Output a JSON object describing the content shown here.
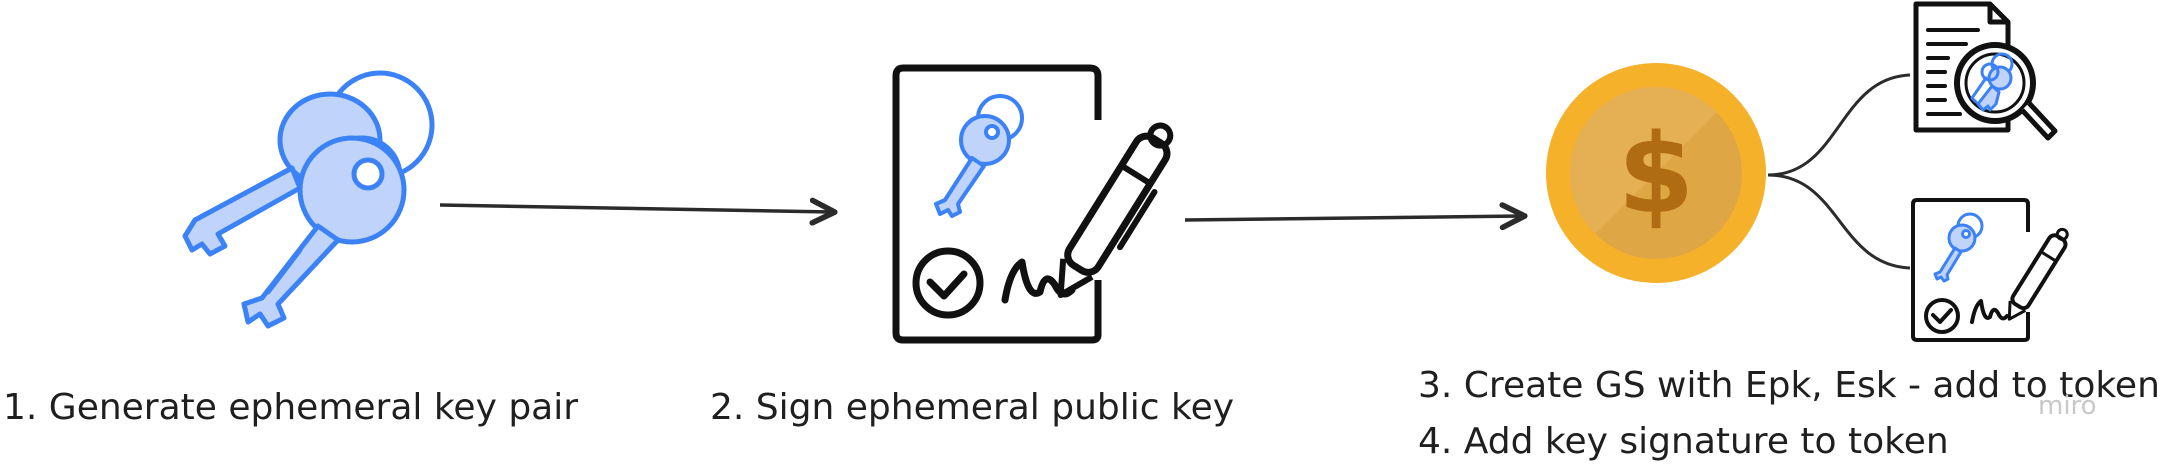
{
  "steps": {
    "step1_label": "1. Generate ephemeral key pair",
    "step2_label": "2. Sign ephemeral public key",
    "step3_label": "3. Create GS with Epk, Esk - add to token",
    "step4_label": "4. Add key signature to token"
  },
  "watermark": "miro",
  "coin": {
    "symbol": "$"
  },
  "icons": {
    "keys": "key-pair-icon",
    "signed_doc": "signed-document-icon",
    "coin": "coin-icon",
    "doc_search": "document-search-key-icon",
    "small_signed_doc": "small-signed-document-icon"
  },
  "colors": {
    "key_stroke": "#3b82f6",
    "key_fill": "#bfd3fb",
    "coin_outer": "#f6b12a",
    "coin_inner": "#d9952c",
    "coin_symbol": "#b06c12",
    "line": "#2b2b2b"
  }
}
